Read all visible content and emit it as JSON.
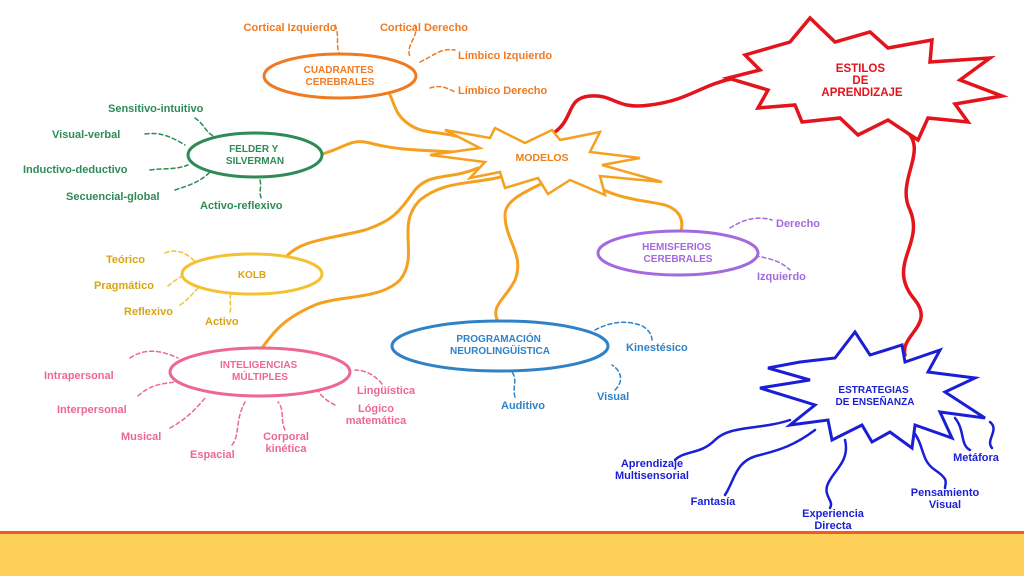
{
  "diagram": {
    "main": {
      "title_lines": [
        "ESTILOS",
        "DE",
        "APRENDIZAJE"
      ],
      "color": "#e3141b"
    },
    "modelos": {
      "label": "MODELOS",
      "color": "#f5a01e",
      "text_color": "#e8801a"
    },
    "estrategias": {
      "title_lines": [
        "ESTRATEGIAS",
        "DE ENSEÑANZA"
      ],
      "color": "#1a1fd6"
    },
    "models": [
      {
        "id": "cuadrantes",
        "label_lines": [
          "CUADRANTES",
          "CEREBRALES"
        ],
        "color": "#f07a22",
        "leaves": [
          "Cortical Izquierdo",
          "Cortical Derecho",
          "Límbico Izquierdo",
          "Límbico Derecho"
        ]
      },
      {
        "id": "felder",
        "label_lines": [
          "FELDER Y",
          "SILVERMAN"
        ],
        "color": "#2e8b57",
        "leaves": [
          "Sensitivo-intuitivo",
          "Visual-verbal",
          "Inductivo-deductivo",
          "Secuencial-global",
          "Activo-reflexivo"
        ]
      },
      {
        "id": "kolb",
        "label_lines": [
          "KOLB"
        ],
        "color": "#f3c233",
        "text_color": "#d9a514",
        "leaves": [
          "Teórico",
          "Pragmático",
          "Reflexivo",
          "Activo"
        ]
      },
      {
        "id": "inteligencias",
        "label_lines": [
          "INTELIGENCIAS",
          "MÚLTIPLES"
        ],
        "color": "#ec6891",
        "leaves": [
          "Intrapersonal",
          "Interpersonal",
          "Musical",
          "Espacial",
          "Corporal kinética",
          "Lógico matemática",
          "Lingüística"
        ]
      },
      {
        "id": "pnl",
        "label_lines": [
          "PROGRAMACIÓN",
          "NEUROLINGÜÍSTICA"
        ],
        "color": "#2f82c7",
        "leaves": [
          "Auditivo",
          "Visual",
          "Kinestésico"
        ]
      },
      {
        "id": "hemisferios",
        "label_lines": [
          "HEMISFERIOS",
          "CEREBRALES"
        ],
        "color": "#a36ae0",
        "leaves": [
          "Derecho",
          "Izquierdo"
        ]
      }
    ],
    "strategies": [
      "Aprendizaje Multisensorial",
      "Fantasía",
      "Experiencia Directa",
      "Pensamiento Visual",
      "Metáfora"
    ]
  }
}
